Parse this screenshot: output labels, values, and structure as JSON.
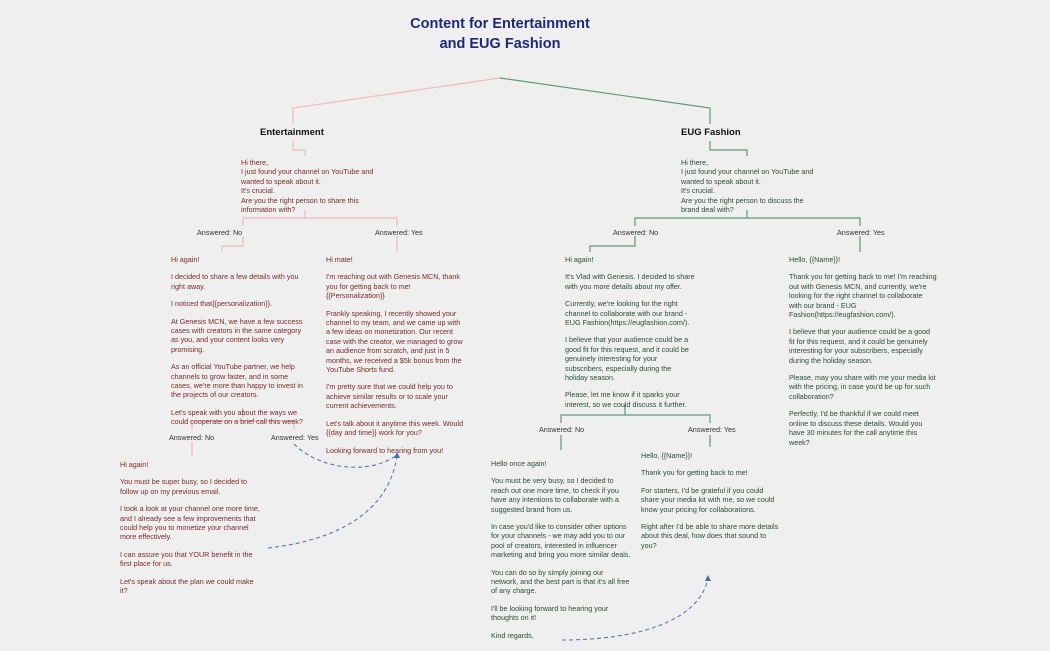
{
  "title": "Content for Entertainment and EUG Fashion",
  "colors": {
    "title": "#1f2878",
    "pink_line": "#f2b8c4",
    "green_line": "#5a9a7c",
    "dash": "#4a6fa5"
  },
  "entertainment": {
    "heading": "Entertainment",
    "intro": [
      "Hi there,",
      "I just found your channel on YouTube and wanted to speak about it.",
      "It's crucial.",
      "Are you the right person to share this information with?"
    ],
    "no_label": "Answered: No",
    "yes_label": "Answered: Yes",
    "no_msg": [
      "Hi again!",
      "I decided to share a few details with you right away.",
      "I noticed that{{personalization}}.",
      "At Genesis MCN, we have a few success cases with creators in the same category as you, and your content looks very promising.",
      "As an official YouTube partner, we help channels to grow faster, and in some cases, we're more than happy to invest in the projects of our creators.",
      "Let's speak with you about the ways we could cooperate on a brief call this week?"
    ],
    "yes_msg": [
      "Hi mate!",
      "I'm reaching out with Genesis MCN, thank you for getting back to me! {{Personalization}}",
      "Frankly speaking, I recently showed your channel to my team, and we came up with a few ideas on monetization. Our recent case with the creator, we managed to grow an audience from scratch, and just in 5 months, we received a $5k bonus from the YouTube Shorts fund.",
      "I'm pretty sure that we could help you to achieve similar results or to scale your current achievements.",
      "Let's talk about it anytime this week. Would {{day and time}} work for you?",
      "Looking forward to hearing from you!"
    ],
    "no2_label": "Answered: No",
    "yes2_label": "Answered: Yes",
    "followup_msg": [
      "Hi again!",
      "You must be super busy, so I decided to follow up on my previous email.",
      "I took a look at your channel one more time, and I already see a few improvements that could help you to monetize your channel more effectively.",
      "I can assure you that YOUR benefit in the first place for us.",
      "Let's speak about the plan we could make it?"
    ]
  },
  "fashion": {
    "heading": "EUG Fashion",
    "intro": [
      "Hi there,",
      "I just found your channel on YouTube and wanted to speak about it.",
      "It's crucial.",
      "Are you the right person to discuss the brand deal with?"
    ],
    "no_label": "Answered: No",
    "yes_label": "Answered: Yes",
    "no_msg": [
      "Hi again!",
      "It's Vlad with Genesis. I decided to share with you more details about my offer.",
      "Currently, we're looking for the right channel to collaborate with our brand - EUG Fashion(https://eugfashion.com/).",
      "I believe that your audience could be a good fit for this request, and it could be genuinely interesting for your subscribers, especially during the holiday season.",
      "Please, let me know if it sparks your interest, so we could discuss it further."
    ],
    "yes_msg": [
      "Hello, {{Name}}!",
      "Thank you for getting back to me! I'm reaching out with Genesis MCN, and currently, we're looking for the right channel to collaborate with our brand - EUG Fashion(https://eugfashion.com/).",
      "I believe that your audience could be a good fit for this request, and it could be genuinely interesting for your subscribers, especially during the holiday season.",
      "Please, may you share with me your media kit with the pricing, in case you'd be up for such collaboration?",
      "Perfectly, I'd be thankful if we could meet online to discuss these details. Would you have 30 minutes for the call anytime this week?"
    ],
    "no2_label": "Answered: No",
    "yes2_label": "Answered: Yes",
    "followup_msg": [
      "Hello once again!",
      "You must be very busy, so I decided to reach out one more time, to check if you have any intentions to collaborate with a suggested brand from us.",
      "In case you'd like to consider other options for your channels - we may add you to our pool of creators, interested in influencer marketing and bring you more similar deals.",
      "You can do so by simply joining our network, and the best part is that it's all free of any charge.",
      "I'll be looking forward to hearing your thoughts on it!",
      "Kind regards,"
    ],
    "yes2_msg": [
      "Hello, {{Name}}!",
      "Thank you for getting back to me!",
      "For starters, I'd be grateful if you could share your media kit with me, so we could know your pricing for collaborations.",
      "Right after I'd be able to share more details about this deal, how does that sound to you?"
    ]
  }
}
